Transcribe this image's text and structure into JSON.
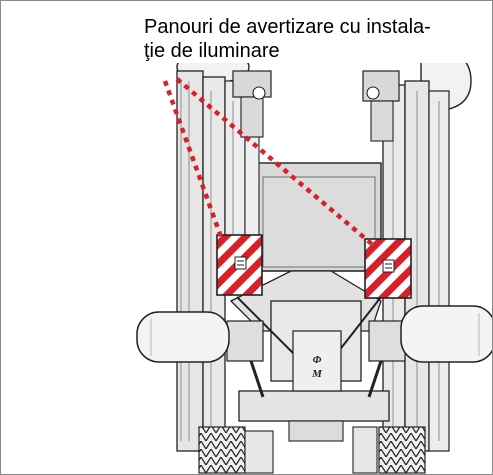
{
  "callout": {
    "line1": "Panouri de avertizare cu instala-",
    "line2": "ţie de iluminare"
  },
  "colors": {
    "warning_red": "#d6202a",
    "warning_white": "#ffffff",
    "callout_dots": "#d6202a",
    "machine_outline": "#1a1a1a",
    "machine_fill": "#e6e6e6",
    "panel_fill": "#d9d9d9"
  },
  "figure": {
    "subject": "rear-view-trailed-machine",
    "markers": [
      "left-warning-panel",
      "right-warning-panel"
    ]
  }
}
